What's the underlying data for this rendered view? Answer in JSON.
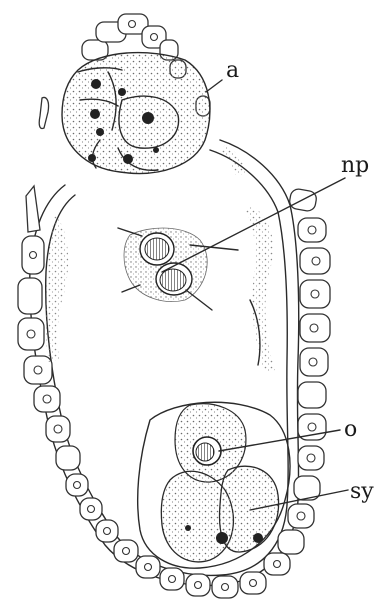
{
  "figure": {
    "labels": {
      "a": "a",
      "np": "np",
      "o": "o",
      "sy": "sy"
    },
    "colors": {
      "ink": "#2a2a2a",
      "paper": "#ffffff",
      "stipple": "#9a9a9a"
    }
  }
}
